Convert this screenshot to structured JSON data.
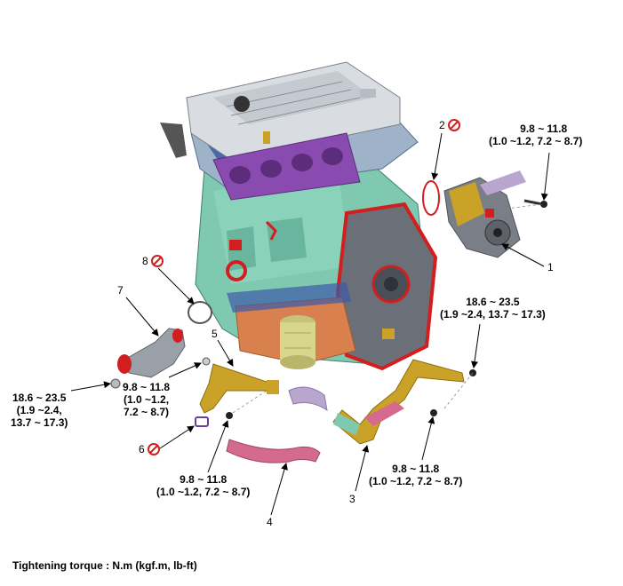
{
  "footer": {
    "label": "Tightening torque : N.m (kgf.m, lb-ft)"
  },
  "parts": {
    "p1": "1",
    "p2": "2",
    "p3": "3",
    "p4": "4",
    "p5": "5",
    "p6": "6",
    "p7": "7",
    "p8": "8"
  },
  "torques": {
    "t_top_right": {
      "main": "9.8 ~ 11.8",
      "sub": "(1.0 ~1.2, 7.2 ~ 8.7)"
    },
    "t_mid_right": {
      "main": "18.6 ~ 23.5",
      "sub": "(1.9 ~2.4, 13.7 ~ 17.3)"
    },
    "t_left": {
      "main": "18.6 ~ 23.5",
      "sub": "(1.9 ~2.4,",
      "sub2": "13.7 ~ 17.3)"
    },
    "t_center_left": {
      "main": "9.8 ~ 11.8",
      "sub": "(1.0 ~1.2,",
      "sub2": "7.2 ~ 8.7)"
    },
    "t_bottom_center": {
      "main": "9.8 ~ 11.8",
      "sub": "(1.0 ~1.2, 7.2 ~ 8.7)"
    },
    "t_bottom_right": {
      "main": "9.8 ~ 11.8",
      "sub": "(1.0 ~1.2, 7.2 ~ 8.7)"
    }
  },
  "colors": {
    "block": "#7fc9b0",
    "block_dark": "#4f9a82",
    "head": "#9fb3c8",
    "cover": "#d9dde2",
    "manifold": "#8a4bb0",
    "cam": "#3c5aa8",
    "red_gasket": "#d21e1e",
    "oilpan": "#d9804f",
    "filter": "#d8d68a",
    "pipe_gold": "#c9a227",
    "hose_pink": "#d56a8f",
    "hose_lav": "#b8a6cf",
    "no_reuse": "#d21e1e"
  }
}
